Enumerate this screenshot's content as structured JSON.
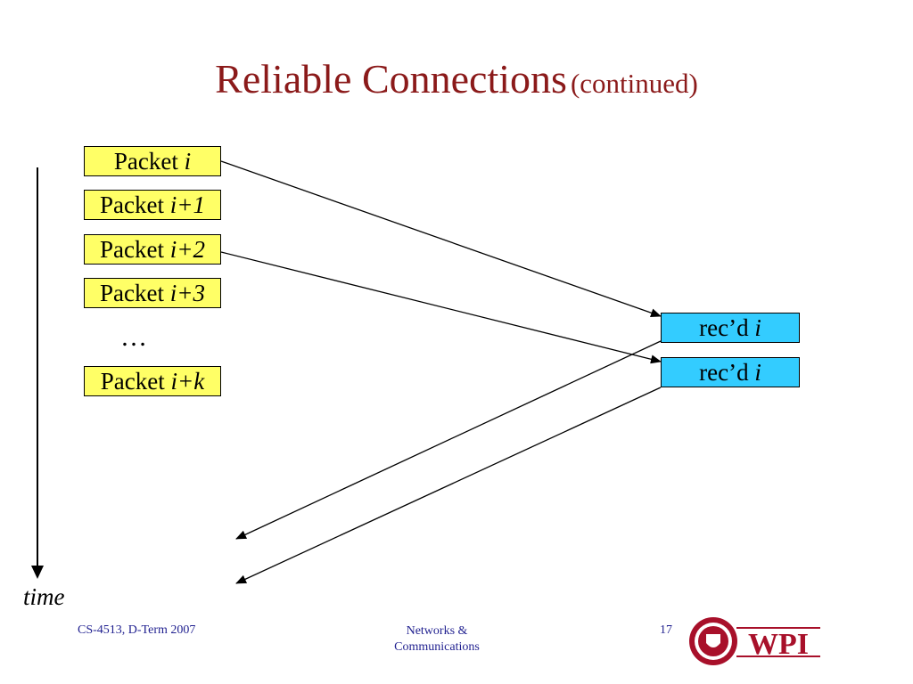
{
  "title": {
    "main": "Reliable Connections",
    "sub": "(continued)"
  },
  "packets": [
    {
      "prefix": "Packet ",
      "index": "i"
    },
    {
      "prefix": "Packet ",
      "index": "i+1"
    },
    {
      "prefix": "Packet ",
      "index": "i+2"
    },
    {
      "prefix": "Packet ",
      "index": "i+3"
    },
    {
      "prefix": "Packet ",
      "index": "i+k"
    }
  ],
  "ellipsis": "…",
  "receipts": [
    {
      "prefix": "rec’d ",
      "index": "i"
    },
    {
      "prefix": "rec’d ",
      "index": "i"
    }
  ],
  "time_label": "time",
  "footer": {
    "left": "CS-4513, D-Term 2007",
    "center_line1": "Networks &",
    "center_line2": "Communications",
    "page_number": "17"
  },
  "logo": {
    "text": "WPI"
  },
  "colors": {
    "title": "#8b1a1a",
    "packet_fill": "#ffff66",
    "receipt_fill": "#33ccff",
    "footer_text": "#1f1f8f",
    "logo_red": "#a8102a"
  }
}
